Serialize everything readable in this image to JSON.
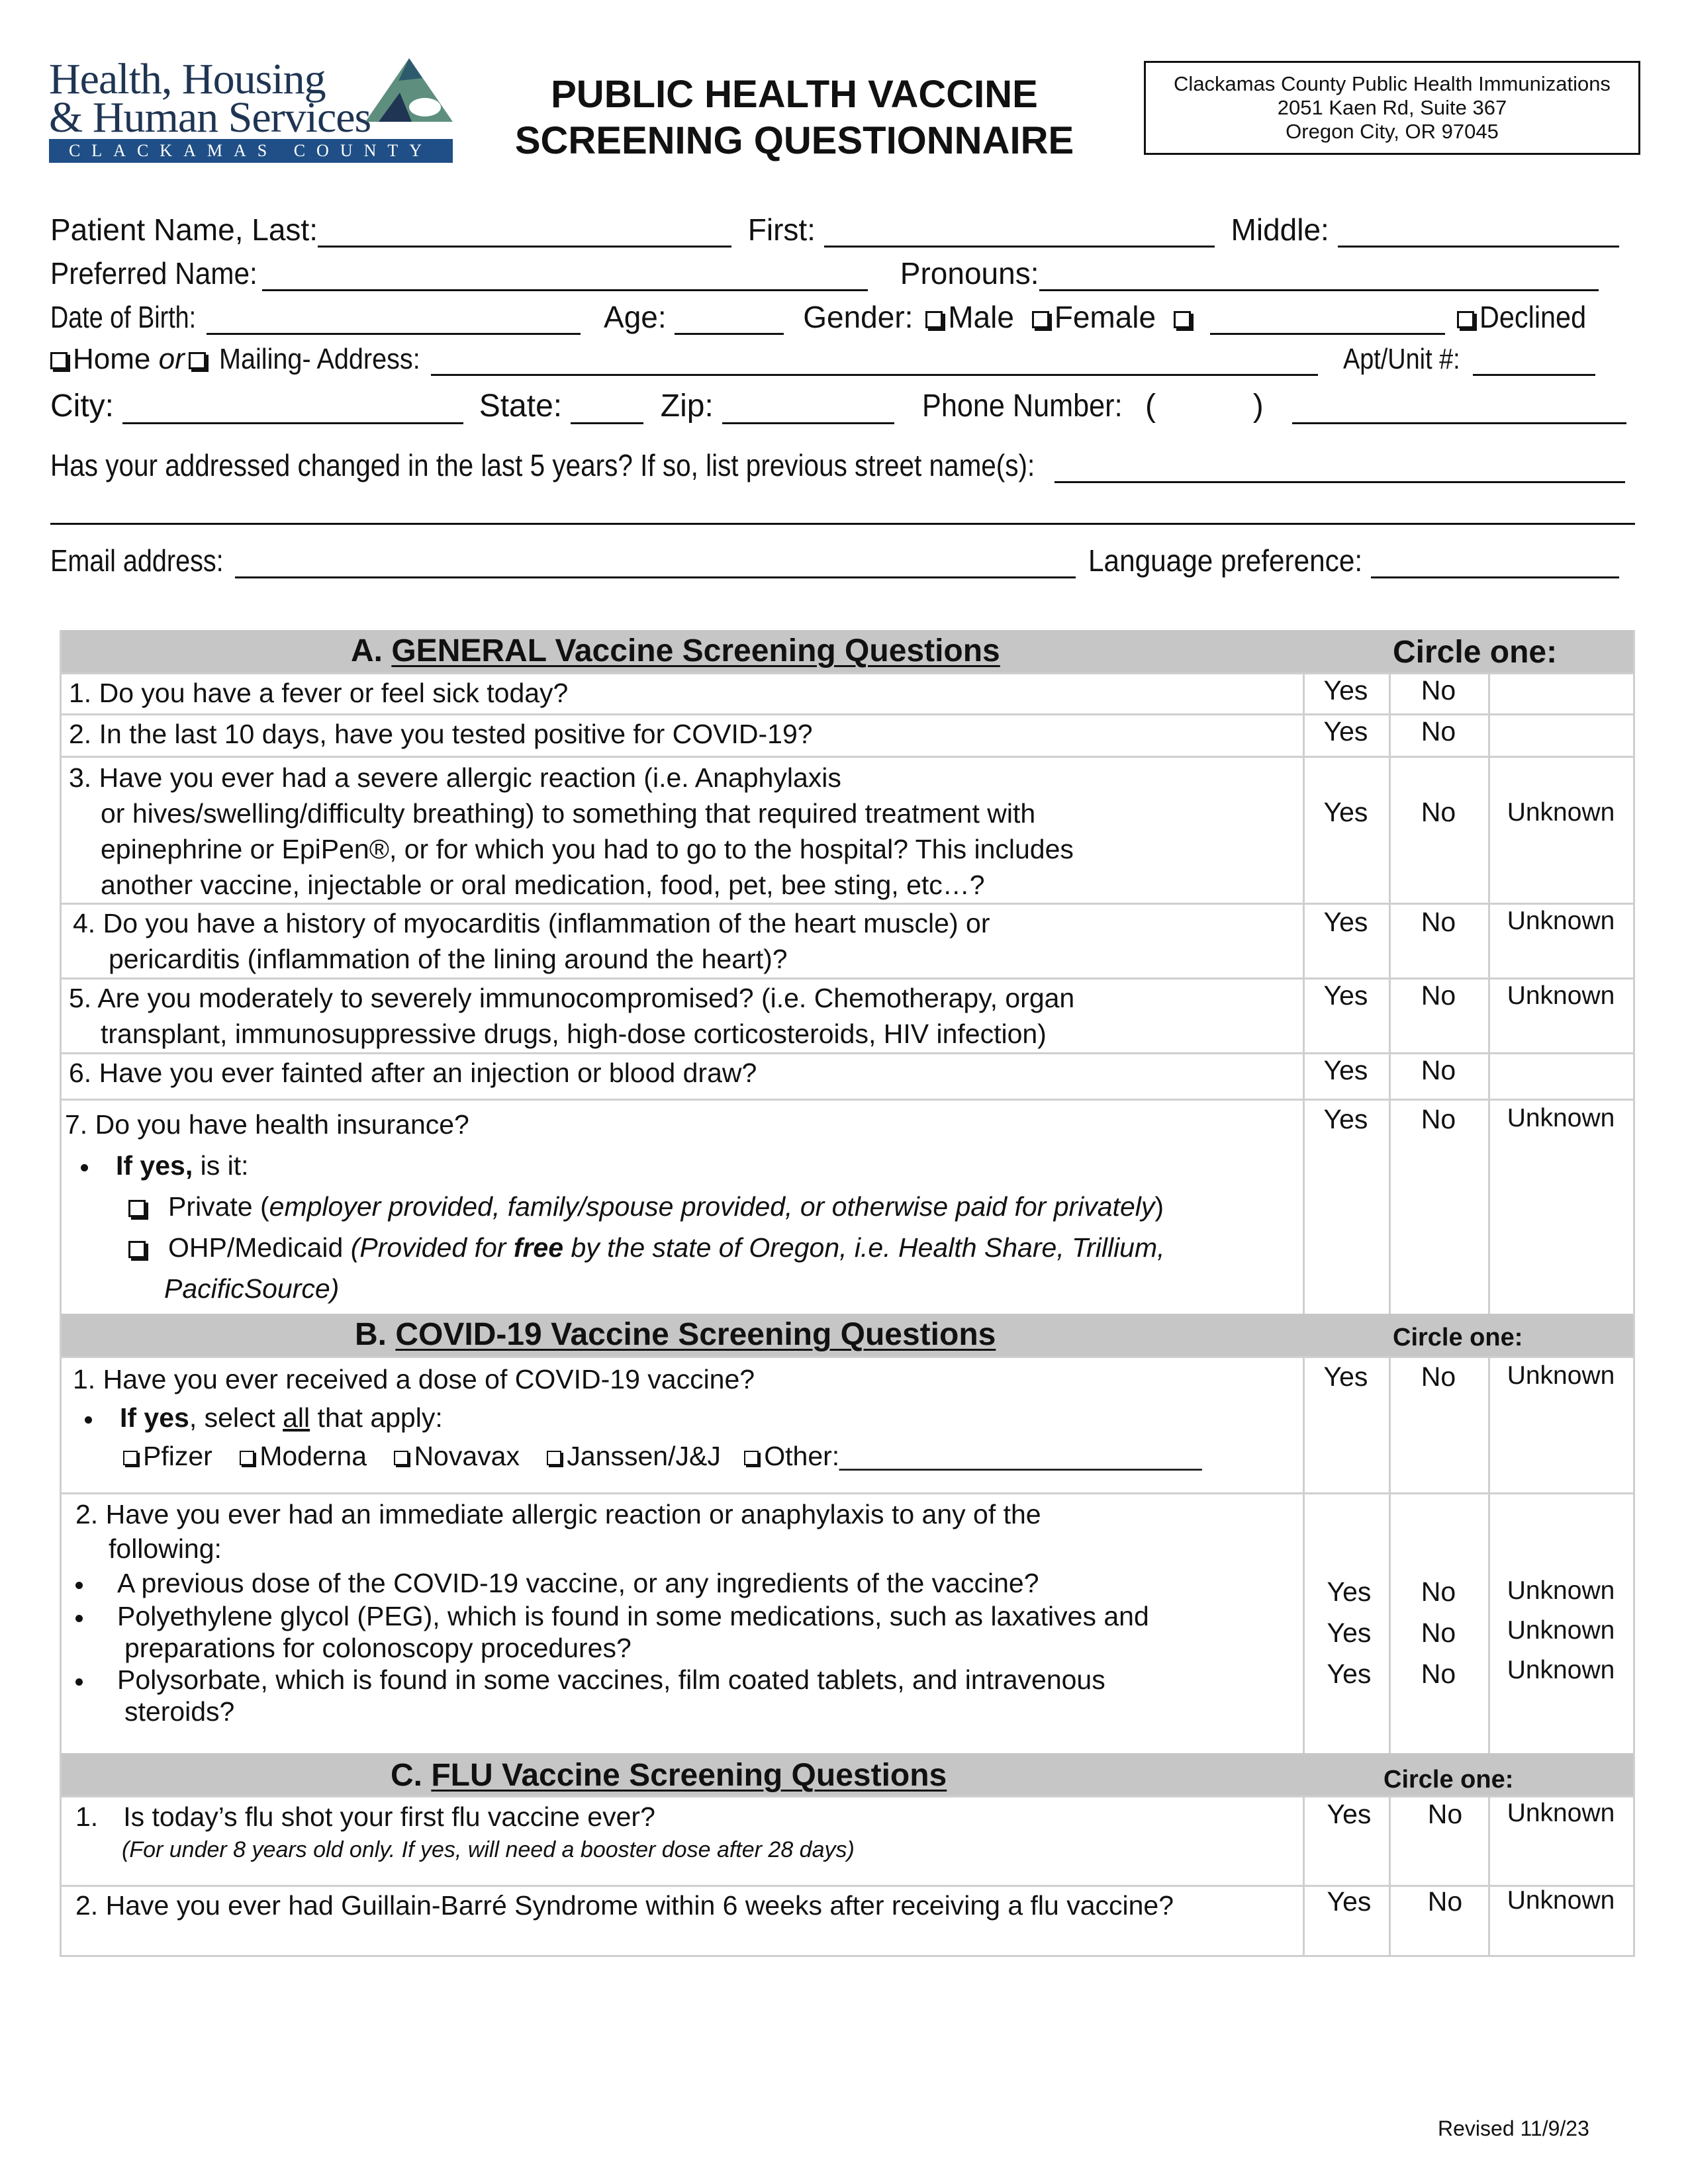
{
  "logo": {
    "line1": "Health, Housing",
    "line2": "& Human Services",
    "band": "CLACKAMAS COUNTY"
  },
  "title": {
    "line1": "PUBLIC HEALTH VACCINE",
    "line2": "SCREENING QUESTIONNAIRE"
  },
  "address_box": {
    "line1": "Clackamas County Public Health Immunizations",
    "line2": "2051 Kaen Rd, Suite 367",
    "line3": "Oregon City, OR 97045"
  },
  "patient": {
    "last_label": "Patient Name, Last:",
    "first_label": "First:",
    "middle_label": "Middle:",
    "preferred_label": "Preferred Name:",
    "pronouns_label": "Pronouns:",
    "dob_label": "Date of Birth:",
    "age_label": "Age:",
    "gender_label": "Gender:",
    "male": "Male",
    "female": "Female",
    "declined": "Declined",
    "home_label": "Home",
    "or_label": "or",
    "mailing_label": "Mailing- Address:",
    "apt_label": "Apt/Unit #:",
    "city_label": "City:",
    "state_label": "State:",
    "zip_label": "Zip:",
    "phone_label": "Phone Number:",
    "phone_open": "(",
    "phone_close": ")",
    "address_changed_label": "Has your addressed changed in the last 5 years? If so, list previous street name(s):",
    "email_label": "Email address:",
    "language_label": "Language preference:"
  },
  "section_a": {
    "letter": "A.",
    "title": "GENERAL Vaccine Screening Questions",
    "circle": "Circle one:",
    "q1": "1. Do you have a fever or feel sick today?",
    "q2": "2. In the last 10 days, have you tested positive for COVID-19?",
    "q3_l1": "3. Have you ever had a severe allergic reaction (i.e. Anaphylaxis",
    "q3_l2": "or hives/swelling/difficulty breathing) to something that required treatment with",
    "q3_l3": "epinephrine or EpiPen®, or for which you had to go to the hospital? This includes",
    "q3_l4": "another vaccine, injectable or oral medication, food, pet, bee sting, etc…?",
    "q4_l1": "4. Do you have a history of myocarditis (inflammation of the heart muscle) or",
    "q4_l2": "pericarditis (inflammation of the lining around the heart)?",
    "q5_l1": "5. Are you moderately to severely immunocompromised? (i.e. Chemotherapy, organ",
    "q5_l2": "transplant, immunosuppressive drugs, high-dose corticosteroids, HIV infection)",
    "q6": "6. Have you ever fainted after an injection or blood draw?",
    "q7": "7.  Do you have health insurance?",
    "q7_ifyes_bold": "If yes,",
    "q7_ifyes_rest": " is it:",
    "q7_private": "Private (",
    "q7_private_it": "employer provided, family/spouse provided, or otherwise paid for privately",
    "q7_private_end": ")",
    "q7_ohp": "OHP/Medicaid ",
    "q7_ohp_it1": "(Provided for ",
    "q7_ohp_free": "free",
    "q7_ohp_it2": " by the state of Oregon, i.e. Health Share, Trillium,",
    "q7_ohp_it3": "PacificSource)"
  },
  "section_b": {
    "letter": "B.",
    "title": "COVID-19 Vaccine Screening Questions",
    "circle": "Circle one:",
    "q1": "1. Have you ever received a dose of COVID-19 vaccine?",
    "q1_ifyes_bold": "If yes",
    "q1_ifyes_mid": ", select ",
    "q1_ifyes_all": "all",
    "q1_ifyes_end": " that apply:",
    "opt_pfizer": "Pfizer",
    "opt_moderna": "Moderna",
    "opt_novavax": "Novavax",
    "opt_janssen": "Janssen/J&J",
    "opt_other": "Other:________________________",
    "q2_l1": "2. Have you ever had an immediate allergic reaction or anaphylaxis to any of the",
    "q2_l2": "following:",
    "q2_b1": "A previous dose of the COVID-19 vaccine, or any ingredients of the vaccine?",
    "q2_b2_l1": "Polyethylene glycol (PEG), which is found in some medications, such as laxatives and",
    "q2_b2_l2": "preparations for colonoscopy procedures?",
    "q2_b3_l1": "Polysorbate, which is found in some vaccines, film coated tablets, and intravenous",
    "q2_b3_l2": "steroids?"
  },
  "section_c": {
    "letter": "C.",
    "title": "FLU Vaccine Screening Questions",
    "circle": "Circle one:",
    "q1_num": "1.",
    "q1": "Is today’s flu shot your first flu vaccine ever?",
    "q1_note": "(For under 8 years old only. If yes, will need a booster dose after 28 days)",
    "q2": "2. Have you ever had Guillain-Barré Syndrome within 6 weeks after receiving a flu vaccine?"
  },
  "answers": {
    "yes": "Yes",
    "no": "No",
    "unknown": "Unknown"
  },
  "footer": {
    "revised": "Revised 11/9/23"
  }
}
